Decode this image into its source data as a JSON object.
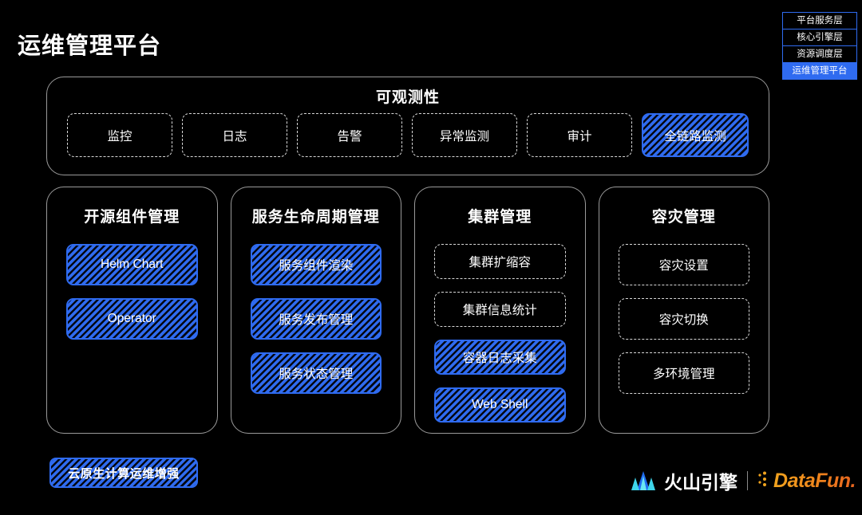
{
  "page": {
    "title": "运维管理平台",
    "background_color": "#000000",
    "accent_color": "#2f6bf0",
    "text_color": "#ffffff",
    "border_color": "#9a9a9a"
  },
  "legend": {
    "items": [
      {
        "label": "平台服务层",
        "active": false
      },
      {
        "label": "核心引擎层",
        "active": false
      },
      {
        "label": "资源调度层",
        "active": false
      },
      {
        "label": "运维管理平台",
        "active": true
      }
    ]
  },
  "observability": {
    "title": "可观测性",
    "chips": [
      {
        "label": "监控",
        "style": "dashed"
      },
      {
        "label": "日志",
        "style": "dashed"
      },
      {
        "label": "告警",
        "style": "dashed"
      },
      {
        "label": "异常监测",
        "style": "dashed"
      },
      {
        "label": "审计",
        "style": "dashed"
      },
      {
        "label": "全链路监测",
        "style": "hatch"
      }
    ]
  },
  "columns": [
    {
      "title": "开源组件管理",
      "items": [
        {
          "label": "Helm Chart",
          "style": "hatch"
        },
        {
          "label": "Operator",
          "style": "hatch"
        }
      ]
    },
    {
      "title": "服务生命周期管理",
      "items": [
        {
          "label": "服务组件渲染",
          "style": "hatch"
        },
        {
          "label": "服务发布管理",
          "style": "hatch"
        },
        {
          "label": "服务状态管理",
          "style": "hatch"
        }
      ]
    },
    {
      "title": "集群管理",
      "items": [
        {
          "label": "集群扩缩容",
          "style": "dashed"
        },
        {
          "label": "集群信息统计",
          "style": "dashed"
        },
        {
          "label": "容器日志采集",
          "style": "hatch"
        },
        {
          "label": "Web Shell",
          "style": "hatch"
        }
      ]
    },
    {
      "title": "容灾管理",
      "items": [
        {
          "label": "容灾设置",
          "style": "dashed"
        },
        {
          "label": "容灾切换",
          "style": "dashed"
        },
        {
          "label": "多环境管理",
          "style": "dashed"
        }
      ]
    }
  ],
  "bottom_tag": {
    "label": "云原生计算运维增强",
    "style": "hatch"
  },
  "footer": {
    "volcano_engine_name": "火山引擎",
    "volcano_icon": "mountain-icon",
    "separator": "|",
    "datafun_name": "DataFun.",
    "datafun_color": "#ef8a1c",
    "volcano_colors": [
      "#1f6bf0",
      "#3fd6ea"
    ]
  }
}
